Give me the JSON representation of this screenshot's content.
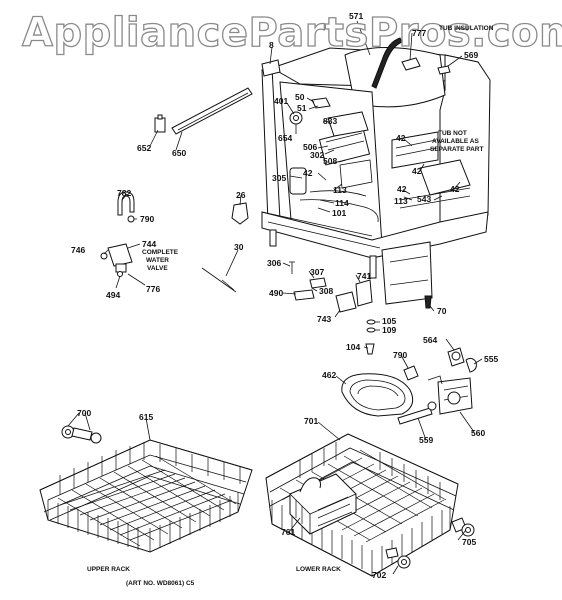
{
  "watermark": "AppliancePartsPros.com",
  "captions": {
    "tub_insulation": "TUB INSULATION",
    "tub_not_available_1": "TUB NOT",
    "tub_not_available_2": "AVAILABLE AS",
    "tub_not_available_3": "SEPARATE PART",
    "complete_water_valve_1": "COMPLETE",
    "complete_water_valve_2": "WATER",
    "complete_water_valve_3": "VALVE",
    "upper_rack": "UPPER RACK",
    "lower_rack": "LOWER RACK",
    "art_no": "(ART NO. WD8061) C5"
  },
  "parts": {
    "p571": "571",
    "p777": "777",
    "p569": "569",
    "p8": "8",
    "p401": "401",
    "p50": "50",
    "p51": "51",
    "p833": "833",
    "p654": "654",
    "p506": "506",
    "p302": "302",
    "p508": "508",
    "p42a": "42",
    "p42b": "42",
    "p42c": "42",
    "p42d": "42",
    "p305": "305",
    "p113a": "113",
    "p113b": "113",
    "p543": "543",
    "p114": "114",
    "p101": "101",
    "p652": "652",
    "p650": "650",
    "p782": "782",
    "p790a": "790",
    "p26": "26",
    "p746": "746",
    "p744": "744",
    "p30": "30",
    "p494": "494",
    "p776": "776",
    "p306": "306",
    "p307": "307",
    "p741": "741",
    "p308": "308",
    "p490": "490",
    "p743": "743",
    "p70": "70",
    "p105": "105",
    "p109": "109",
    "p104": "104",
    "p564": "564",
    "p555": "555",
    "p790b": "790",
    "p462": "462",
    "p559": "559",
    "p560": "560",
    "p700": "700",
    "p615": "615",
    "p701": "701",
    "p761": "761",
    "p705": "705",
    "p702": "702"
  }
}
